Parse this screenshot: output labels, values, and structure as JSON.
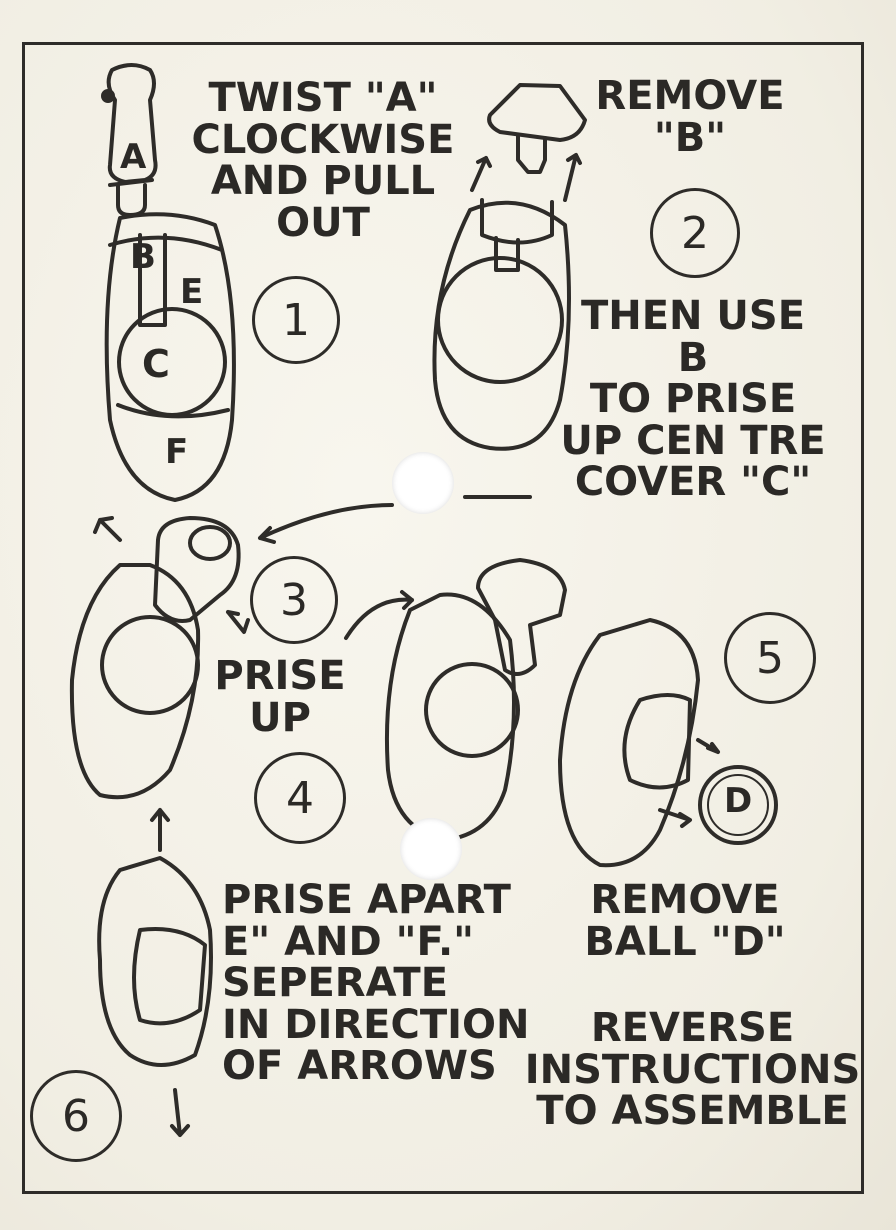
{
  "steps": [
    {
      "number": "1",
      "text": [
        "TWIST \"A\"",
        "CLOCKWISE",
        "AND PULL",
        "OUT"
      ]
    },
    {
      "number": "2",
      "text": [
        "REMOVE",
        "\"B\"",
        "THEN USE",
        "B",
        "TO PRISE",
        "UP CEN TRE",
        "COVER \"C\""
      ]
    },
    {
      "number": "3",
      "text": [
        "PRISE",
        "UP"
      ]
    },
    {
      "number": "4",
      "text": []
    },
    {
      "number": "5",
      "text": [
        "REMOVE",
        "BALL \"D\""
      ]
    },
    {
      "number": "6",
      "text": [
        "PRISE APART",
        "E\" AND \"F.\"",
        "SEPERATE",
        "IN DIRECTION",
        "OF ARROWS"
      ]
    }
  ],
  "footer": [
    "REVERSE",
    "INSTRUCTIONS",
    "TO ASSEMBLE"
  ],
  "part_labels": {
    "a": "A",
    "b": "B",
    "c": "C",
    "d": "D",
    "e": "E",
    "f": "F"
  }
}
